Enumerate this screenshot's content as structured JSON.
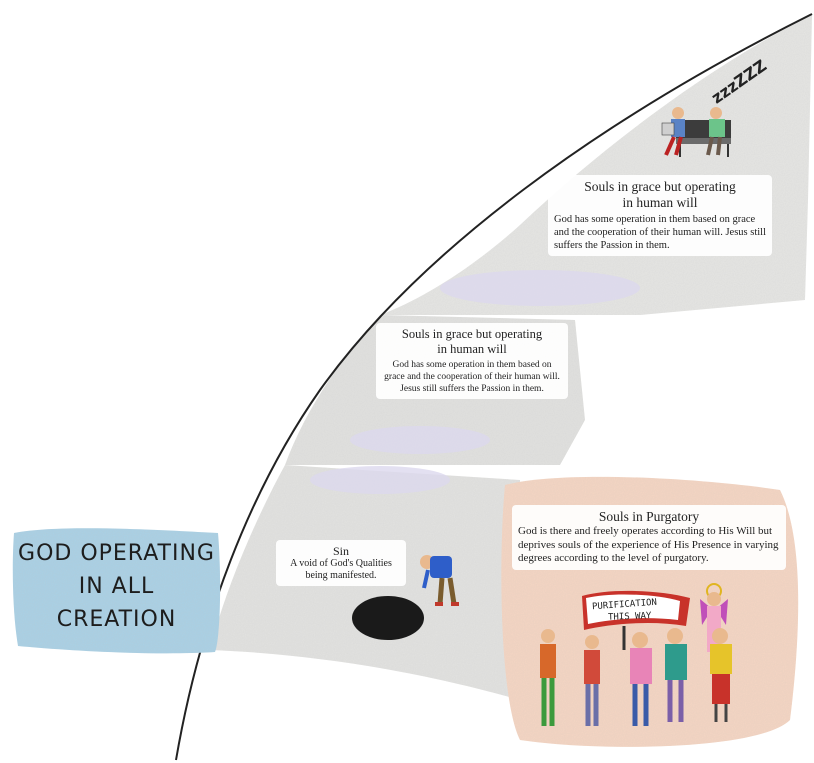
{
  "banner": {
    "line1": "GOD OPERATING",
    "line2": "IN ALL",
    "line3": "CREATION"
  },
  "top_panel": {
    "title_line1": "Souls in grace but operating",
    "title_line2": "in human will",
    "body": "God has some operation in them based on grace and the cooperation of their human will. Jesus still suffers the Passion in them.",
    "zzz": "zzzZZZ"
  },
  "middle_panel": {
    "title_line1": "Souls in grace but operating",
    "title_line2": "in human will",
    "body": "God has some operation in them based on grace and the cooperation of their human will. Jesus still suffers the Passion in them."
  },
  "sin_card": {
    "title": "Sin",
    "body": "A void of God's Qualities being manifested."
  },
  "purgatory_card": {
    "title": "Souls in Purgatory",
    "body": "God is there and freely operates according to His Will but deprives souls of the experience of His Presence in varying degrees according to the level of purgatory."
  },
  "sign": {
    "line1": "PURIFICATION",
    "line2": "THIS WAY"
  },
  "colors": {
    "paper_gray": "#e4e4e2",
    "banner_blue": "#a9d1e6",
    "purgatory_peach": "#f7d7c4",
    "sign_red": "#c8322a",
    "hole_black": "#1a1a1a"
  }
}
